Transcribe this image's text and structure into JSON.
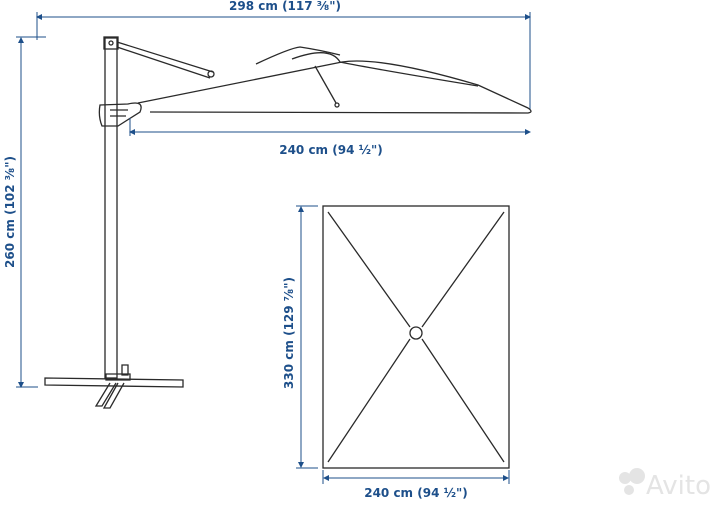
{
  "dimensions": {
    "overall_width": "298 cm (117 ⅜\")",
    "canopy_width_side": "240 cm (94 ½\")",
    "height": "260 cm (102 ⅜\")",
    "canopy_length": "330 cm (129 ⅞\")",
    "canopy_width_top": "240 cm (94 ½\")"
  },
  "watermark": "Avito",
  "colors": {
    "dimension": "#1d4f8a",
    "line": "#2a2a2a"
  }
}
